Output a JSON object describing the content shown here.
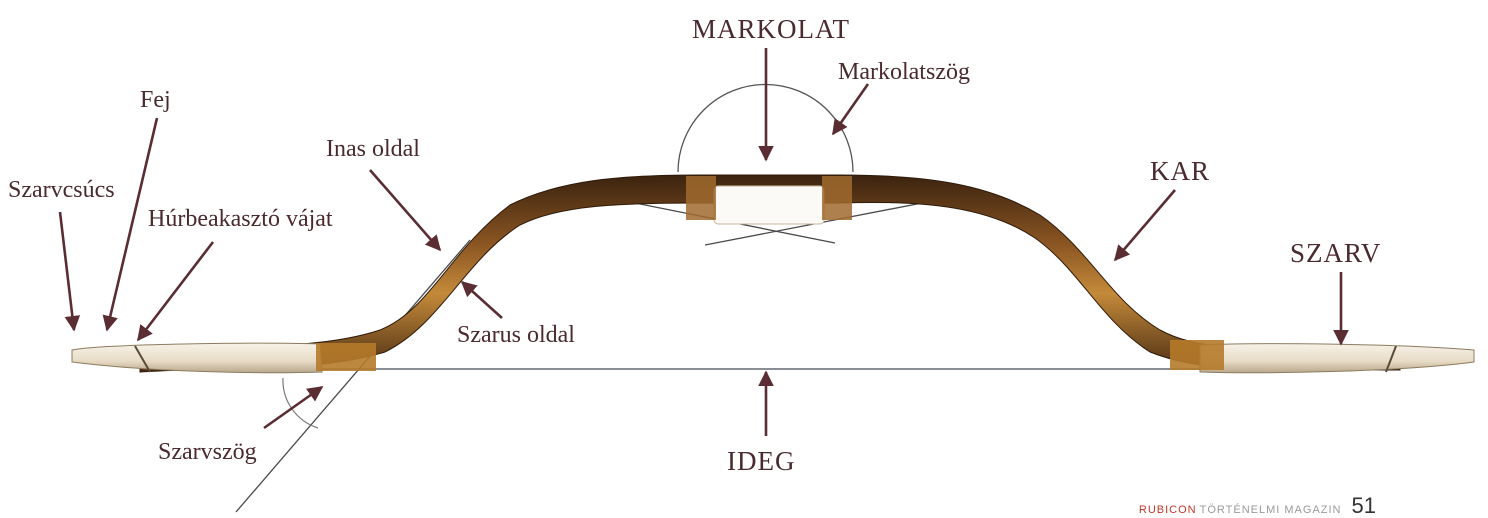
{
  "labels": {
    "markolat": "MARKOLAT",
    "markolatszog": "Markolatszög",
    "fej": "Fej",
    "inas_oldal": "Inas oldal",
    "szarvcsucs": "Szarvcsúcs",
    "hurbeakaszto": "Húrbeakasztó vájat",
    "kar": "KAR",
    "szarv": "SZARV",
    "szarus_oldal": "Szarus oldal",
    "szarvszog": "Szarvszög",
    "ideg": "IDEG"
  },
  "footer": {
    "brand": "RUBICON",
    "magazine": "TÖRTÉNELMI MAGAZIN",
    "page_number": "51"
  },
  "colors": {
    "label": "#4a2a2e",
    "arrow": "#5a2d33",
    "bow_wood": "#7a4a1c",
    "bow_horn": "#efe6d6",
    "string": "#8a8f96",
    "footer_brand": "#c0392b"
  }
}
